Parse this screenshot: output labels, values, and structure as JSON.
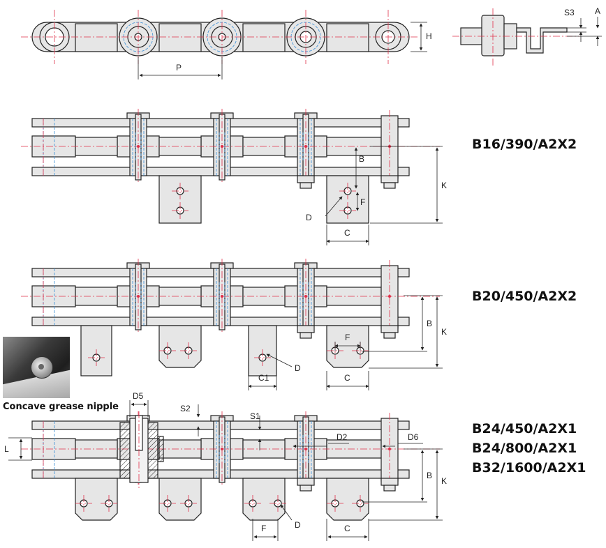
{
  "models": {
    "chain1": "B16/390/A2X2",
    "chain2": "B20/450/A2X2",
    "chain3a": "B24/450/A2X1",
    "chain3b": "B24/800/A2X1",
    "chain3c": "B32/1600/A2X1"
  },
  "photo_caption": "Concave grease nipple",
  "dims": {
    "H": "H",
    "P": "P",
    "S3": "S3",
    "A": "A",
    "B": "B",
    "K": "K",
    "F": "F",
    "D": "D",
    "C": "C",
    "C1": "C1",
    "D5": "D5",
    "S2": "S2",
    "S1": "S1",
    "D2": "D2",
    "D6": "D6",
    "L": "L"
  },
  "colors": {
    "line": "#222222",
    "fill": "#e6e6e6",
    "center": "#e0304a",
    "hidden": "#3a8fd6"
  }
}
